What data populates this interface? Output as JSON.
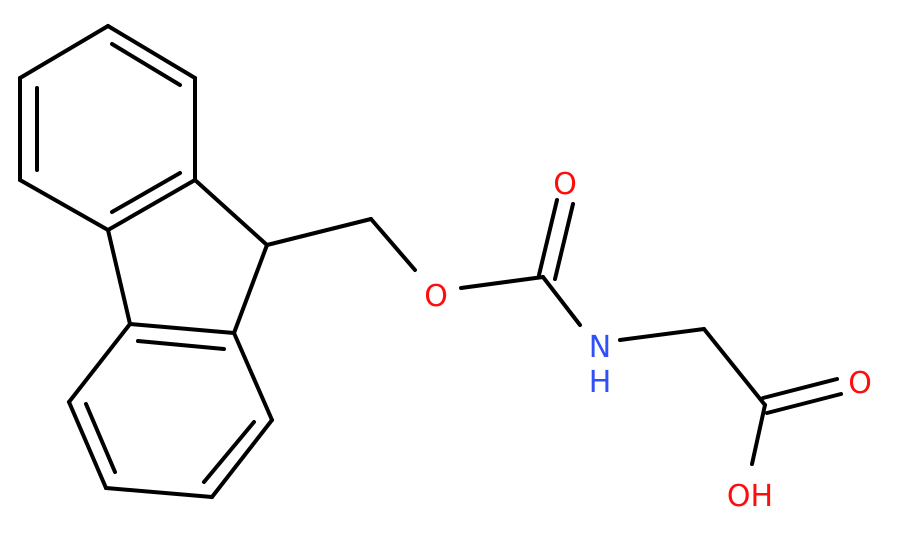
{
  "atoms": {
    "carbonyl_o": {
      "label": "O",
      "color": "#ff0d0d"
    },
    "ester_o": {
      "label": "O",
      "color": "#ff0d0d"
    },
    "amide_n": {
      "label": "N",
      "color": "#3050f8"
    },
    "amide_h": {
      "label": "H",
      "color": "#3050f8"
    },
    "acid_carbonyl_o": {
      "label": "O",
      "color": "#ff0d0d"
    },
    "acid_oh": {
      "label": "OH",
      "color": "#ff0d0d"
    }
  },
  "colors": {
    "bond": "#000000",
    "oxygen": "#ff0d0d",
    "nitrogen": "#3050f8"
  }
}
